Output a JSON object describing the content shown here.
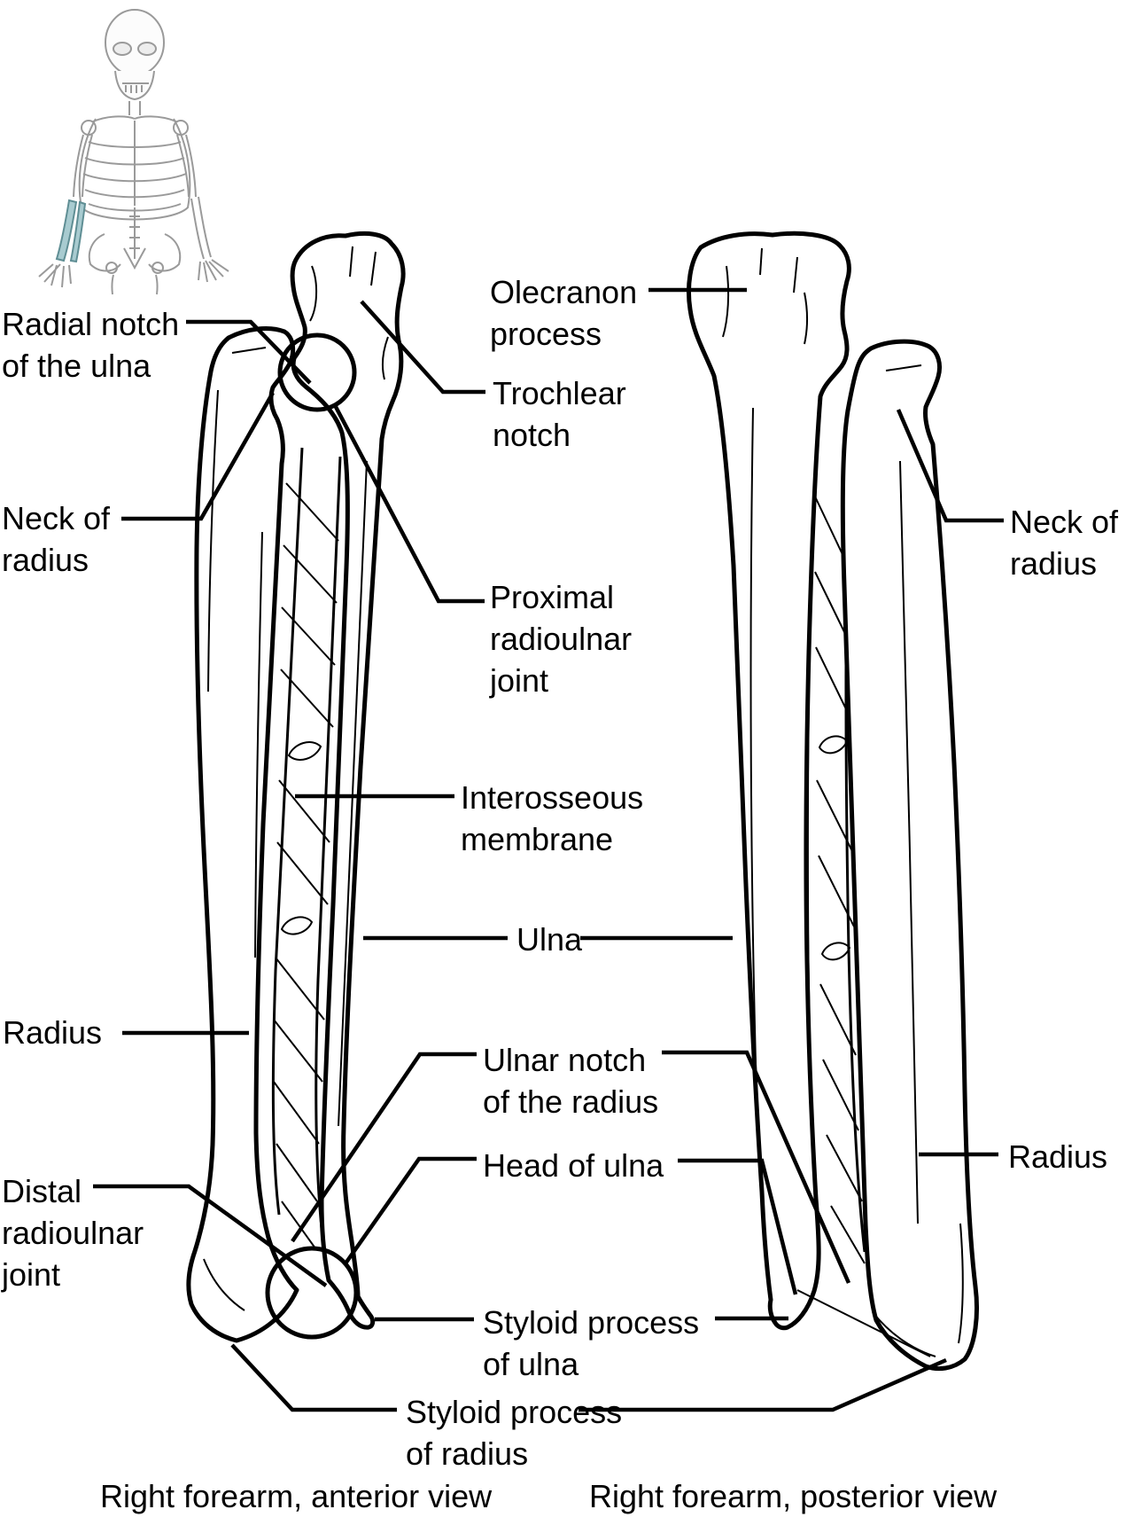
{
  "labels": {
    "radial_notch_of_ulna": "Radial notch\nof the ulna",
    "neck_of_radius_left": "Neck of\nradius",
    "olecranon_process": "Olecranon\nprocess",
    "trochlear_notch": "Trochlear\nnotch",
    "proximal_radioulnar_joint": "Proximal\nradioulnar\njoint",
    "interosseous_membrane": "Interosseous\nmembrane",
    "ulna": "Ulna",
    "ulnar_notch_of_radius": "Ulnar notch\nof the radius",
    "head_of_ulna": "Head of ulna",
    "radius_left": "Radius",
    "distal_radioulnar_joint": "Distal\nradioulnar\njoint",
    "styloid_process_of_ulna": "Styloid process\nof ulna",
    "styloid_process_of_radius": "Styloid process\nof radius",
    "neck_of_radius_right": "Neck of\nradius",
    "radius_right": "Radius"
  },
  "captions": {
    "anterior": "Right forearm, anterior view",
    "posterior": "Right forearm, posterior view"
  },
  "inset": {
    "highlighted_part": "forearm"
  },
  "colors": {
    "ink": "#000000",
    "paper": "#ffffff",
    "highlight_fill": "#a8cbd0",
    "highlight_stroke": "#5f8e94",
    "inset_line": "#9a9a9a"
  }
}
